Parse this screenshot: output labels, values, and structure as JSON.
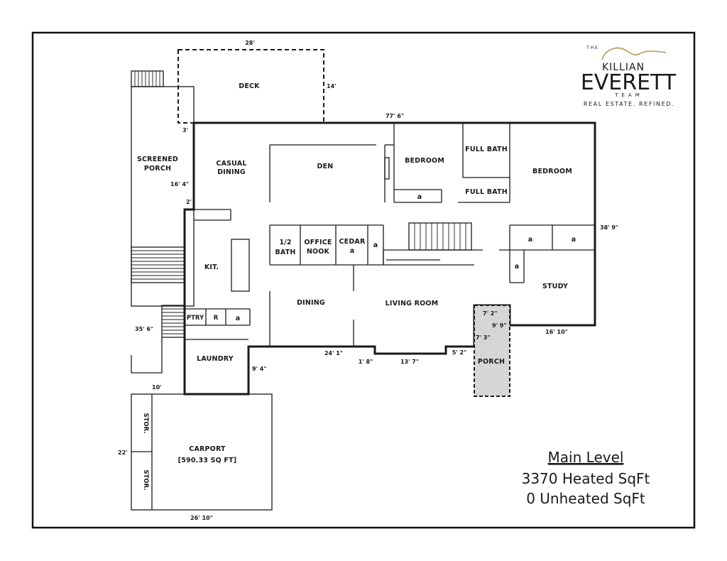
{
  "rooms": {
    "deck": "DECK",
    "screened_porch_1": "SCREENED",
    "screened_porch_2": "PORCH",
    "casual_dining_1": "CASUAL",
    "casual_dining_2": "DINING",
    "den": "DEN",
    "bedroom_1": "BEDROOM",
    "full_bath_1": "FULL BATH",
    "full_bath_2": "FULL BATH",
    "bedroom_2": "BEDROOM",
    "half_bath_1": "1/2",
    "half_bath_2": "BATH",
    "office_1": "OFFICE",
    "office_2": "NOOK",
    "cedar_1": "CEDAR",
    "cedar_2": "a",
    "kitchen": "KIT.",
    "pantry": "PTRY",
    "fridge": "R",
    "dining": "DINING",
    "living_room": "LIVING ROOM",
    "study": "STUDY",
    "laundry": "LAUNDRY",
    "porch": "PORCH",
    "carport_1": "CARPORT",
    "carport_2": "[590.33 SQ FT]",
    "storage": "STOR.",
    "closet": "a"
  },
  "dimensions": {
    "deck_width": "28'",
    "deck_depth": "14'",
    "overall_width": "77' 6\"",
    "porch_offset": "3'",
    "porch_depth": "16' 4\"",
    "kitchen_offset": "2'",
    "right_depth": "38' 9\"",
    "left_depth": "35' 6\"",
    "study_width": "16' 10\"",
    "porch_w": "7' 2\"",
    "porch_h1": "9' 9\"",
    "porch_h2": "7' 3\"",
    "rear_offset": "24' 1\"",
    "step_1": "1' 8\"",
    "living_span": "13' 7\"",
    "step_2": "5' 2\"",
    "laundry_offset": "9' 4\"",
    "carport_top": "10'",
    "carport_depth": "22'",
    "carport_width": "26' 10\""
  },
  "legend": {
    "title": "Main Level",
    "heated": "3370 Heated SqFt",
    "unheated": "0 Unheated SqFt"
  },
  "logo": {
    "the": "THE",
    "killian": "KILLIAN",
    "everett": "EVERETT",
    "team": "TEAM",
    "tagline": "REAL ESTATE. REFINED."
  },
  "colors": {
    "ink": "#1a1a1a",
    "porch_fill": "#d6d6d6",
    "logo_red": "#7a1616",
    "logo_gold": "#b39a5a"
  }
}
